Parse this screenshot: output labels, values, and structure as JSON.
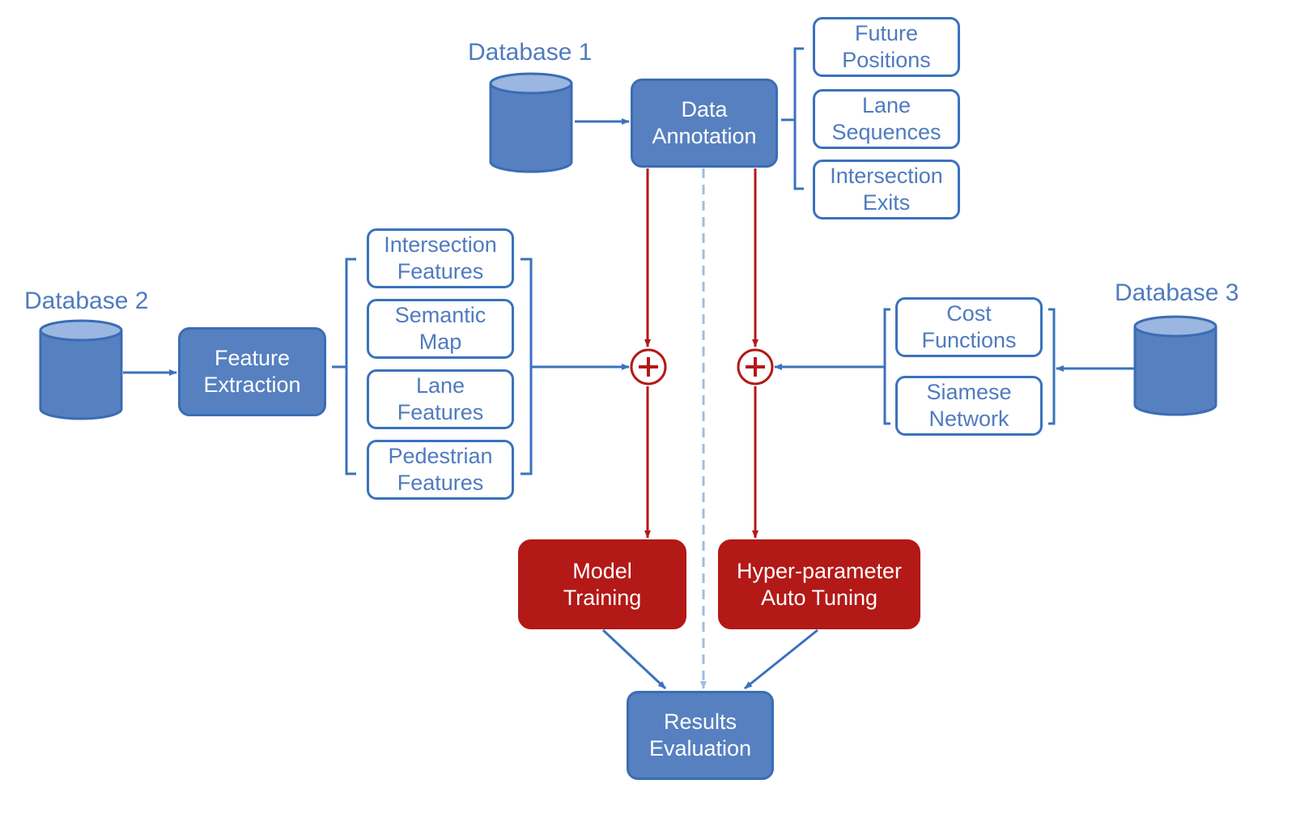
{
  "databases": {
    "db1": "Database 1",
    "db2": "Database 2",
    "db3": "Database 3"
  },
  "nodes": {
    "data_annotation": [
      "Data",
      "Annotation"
    ],
    "feature_extraction": [
      "Feature",
      "Extraction"
    ],
    "model_training": [
      "Model",
      "Training"
    ],
    "hyper_tuning": [
      "Hyper-parameter",
      "Auto Tuning"
    ],
    "results_evaluation": [
      "Results",
      "Evaluation"
    ]
  },
  "annotation_items": [
    [
      "Future",
      "Positions"
    ],
    [
      "Lane",
      "Sequences"
    ],
    [
      "Intersection",
      "Exits"
    ]
  ],
  "feature_items": [
    [
      "Intersection",
      "Features"
    ],
    [
      "Semantic",
      "Map"
    ],
    [
      "Lane",
      "Features"
    ],
    [
      "Pedestrian",
      "Features"
    ]
  ],
  "db3_items": [
    [
      "Cost",
      "Functions"
    ],
    [
      "Siamese",
      "Network"
    ]
  ],
  "colors": {
    "blue_fill": "#5680c0",
    "blue_stroke": "#3a6db5",
    "label_blue": "#4f7bc0",
    "red": "#b31916",
    "dashed": "#9fbde4"
  }
}
